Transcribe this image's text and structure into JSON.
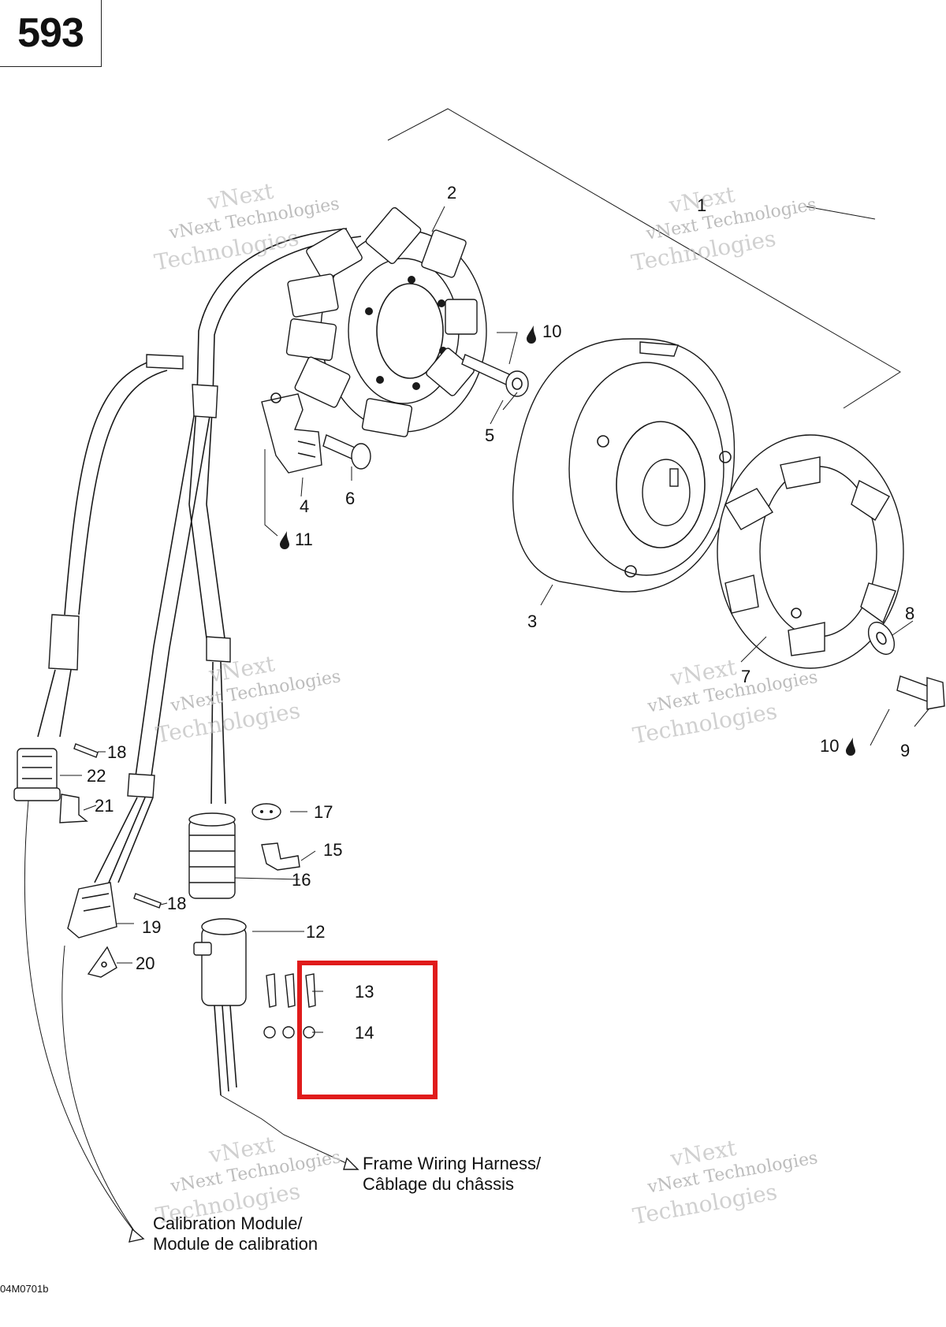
{
  "page_number": "593",
  "diagram_code": "04M0701b",
  "watermark": {
    "line1": "vNext Technologies",
    "line2": "vNext",
    "line3": "Technologies"
  },
  "callouts": {
    "c1": "1",
    "c2": "2",
    "c3": "3",
    "c4": "4",
    "c5": "5",
    "c6": "6",
    "c7": "7",
    "c8": "8",
    "c9": "9",
    "c10a": "10",
    "c10b": "10",
    "c11": "11",
    "c12": "12",
    "c13": "13",
    "c14": "14",
    "c15": "15",
    "c16": "16",
    "c17": "17",
    "c18a": "18",
    "c18b": "18",
    "c19": "19",
    "c20": "20",
    "c21": "21",
    "c22": "22"
  },
  "destinations": {
    "frame_harness_en": "Frame Wiring Harness/",
    "frame_harness_fr": "Câblage du châssis",
    "calibration_en": "Calibration Module/",
    "calibration_fr": "Module de calibration"
  },
  "highlight_color": "#e01b1b"
}
